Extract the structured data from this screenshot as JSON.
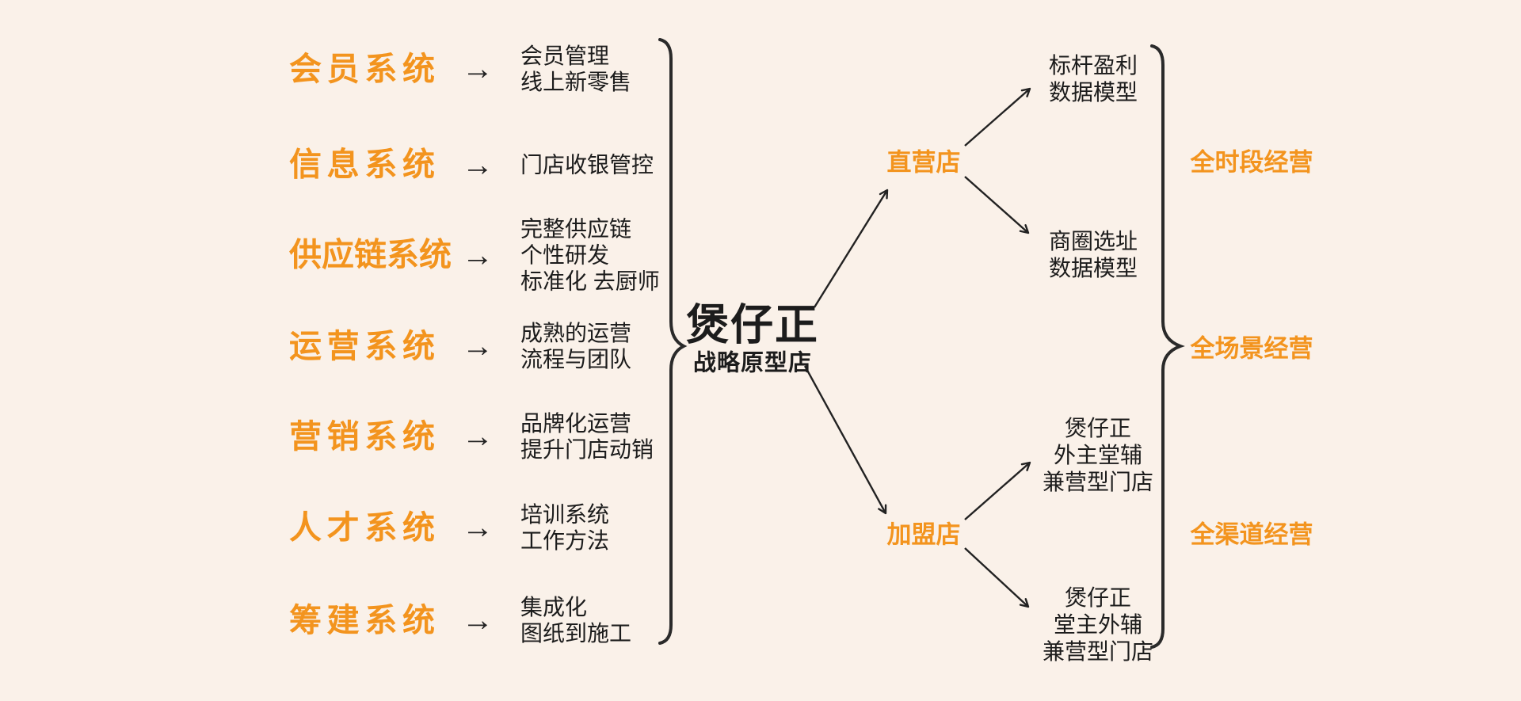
{
  "colors": {
    "background": "#FAF1E9",
    "accent_orange": "#F3941E",
    "text_black": "#1C1C1C"
  },
  "icons": {
    "arrow_right": "→"
  },
  "left_systems": [
    {
      "label": "会员系统",
      "description": "会员管理\n线上新零售"
    },
    {
      "label": "信息系统",
      "description": "门店收银管控"
    },
    {
      "label": "供应链系统",
      "description": "完整供应链\n个性研发\n标准化 去厨师"
    },
    {
      "label": "运营系统",
      "description": "成熟的运营\n流程与团队"
    },
    {
      "label": "营销系统",
      "description": "品牌化运营\n提升门店动销"
    },
    {
      "label": "人才系统",
      "description": "培训系统\n工作方法"
    },
    {
      "label": "筹建系统",
      "description": "集成化\n图纸到施工"
    }
  ],
  "center": {
    "title": "煲仔正",
    "subtitle": "战略原型店"
  },
  "stores": {
    "direct": {
      "label": "直营店",
      "outcomes": [
        "标杆盈利\n数据模型",
        "商圈选址\n数据模型"
      ]
    },
    "franchise": {
      "label": "加盟店",
      "outcomes": [
        "煲仔正\n外主堂辅\n兼营型门店",
        "煲仔正\n堂主外辅\n兼营型门店"
      ]
    }
  },
  "right_labels": [
    "全时段经营",
    "全场景经营",
    "全渠道经营"
  ]
}
